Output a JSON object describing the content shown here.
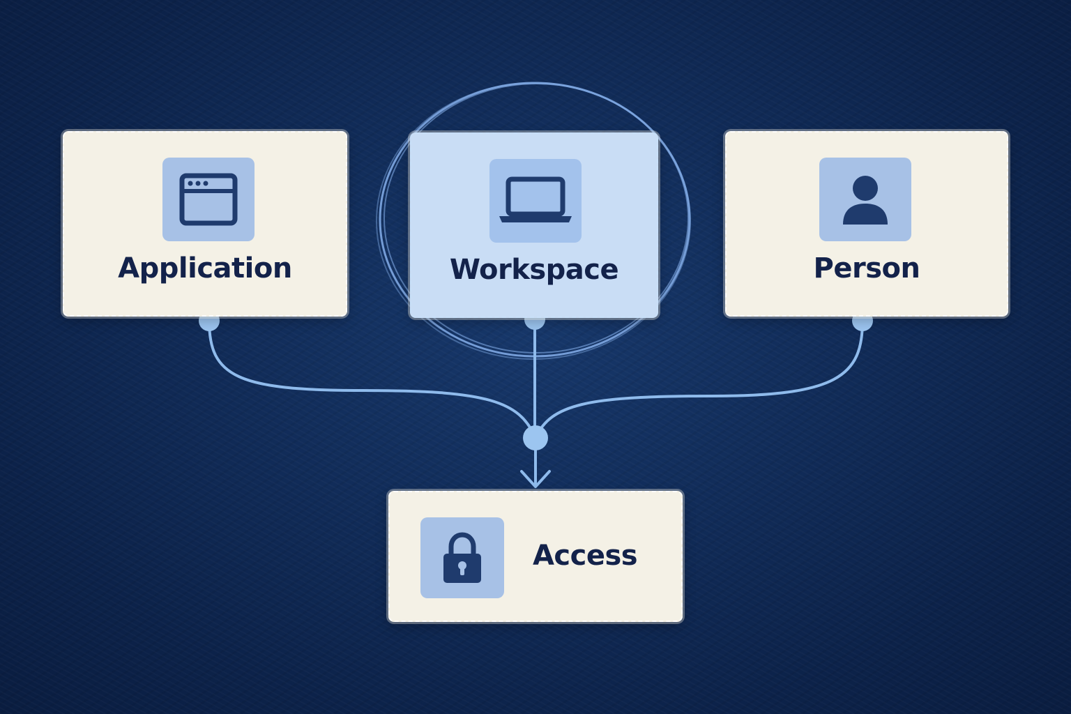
{
  "nodes": {
    "application": {
      "label": "Application",
      "icon": "browser-window-icon"
    },
    "workspace": {
      "label": "Workspace",
      "icon": "laptop-icon",
      "highlighted": true
    },
    "person": {
      "label": "Person",
      "icon": "user-icon"
    },
    "access": {
      "label": "Access",
      "icon": "padlock-icon"
    }
  },
  "edges": [
    {
      "from": "application",
      "to": "access"
    },
    {
      "from": "workspace",
      "to": "access"
    },
    {
      "from": "person",
      "to": "access"
    }
  ],
  "colors": {
    "background": "#0f2952",
    "card": "#f4f1e6",
    "highlight_card": "#c9ddf5",
    "icon_tile": "#a7c1e6",
    "icon_glyph": "#1f3b6d",
    "connector": "#8fbbec",
    "label_text": "#13224a"
  }
}
